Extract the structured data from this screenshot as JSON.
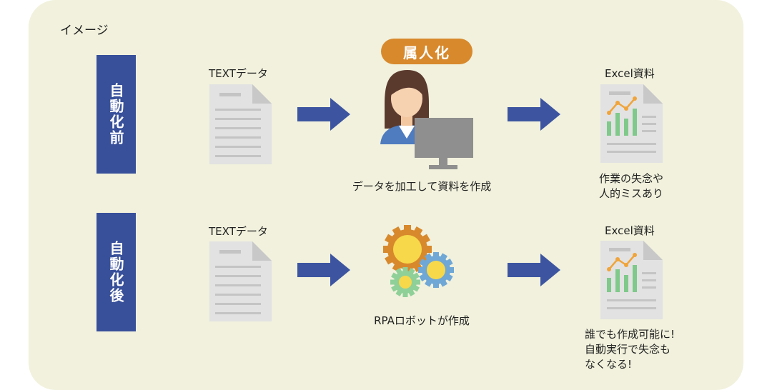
{
  "title": "イメージ",
  "before": {
    "label": "自動化前",
    "input_label": "TEXTデータ",
    "badge": "属人化",
    "process_caption": "データを加工して資料を作成",
    "output_label": "Excel資料",
    "note_lines": [
      "作業の失念や",
      "人的ミスあり"
    ]
  },
  "after": {
    "label": "自動化後",
    "input_label": "TEXTデータ",
    "process_caption": "RPAロボットが作成",
    "output_label": "Excel資料",
    "note_lines": [
      "誰でも作成可能に!",
      "自動実行で失念も",
      "なくなる!"
    ]
  },
  "colors": {
    "panel": "#f1f1dd",
    "label_bg": "#38509a",
    "arrow": "#3d55a0",
    "badge": "#d8892c",
    "doc": "#e2e2e2",
    "chart_bar": "#7fc98a",
    "chart_line": "#f0a43a"
  },
  "icons": [
    "document-icon",
    "arrow-right-icon",
    "person-at-computer-icon",
    "excel-report-icon",
    "gears-icon"
  ]
}
